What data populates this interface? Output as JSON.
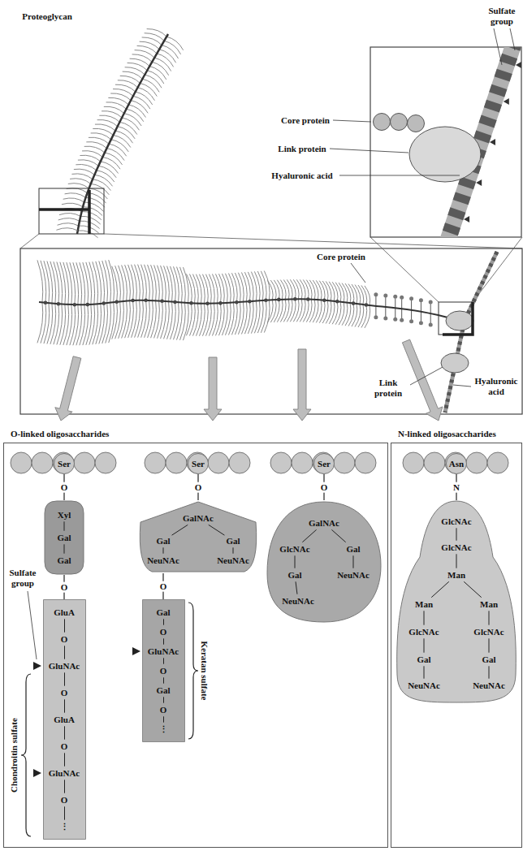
{
  "diagram": {
    "nodes": [
      {
        "text": [
          "O-linked oligosaccharides"
        ]
      },
      {
        "text": [
          "Ser"
        ],
        "in": 0
      },
      {
        "text": [
          "Xyl",
          "Gal",
          "Gal"
        ],
        "in": 0
      },
      {
        "text": [
          "GluA",
          "O",
          "GluNAc",
          "O",
          "GluA",
          "O",
          "GluNAc",
          "O",
          "⋮"
        ],
        "in": 0
      },
      {
        "text": [
          "Ser"
        ],
        "in": 0
      },
      {
        "text": [
          "GalNAc",
          "Gal",
          "Gal",
          "NeuNAc",
          "NeuNAc"
        ],
        "in": 0
      },
      {
        "text": [
          "Gal",
          "O",
          "GluNAc",
          "O",
          "Gal",
          "O",
          "⋮"
        ],
        "in": 0
      },
      {
        "text": [
          "Ser"
        ],
        "in": 0
      },
      {
        "text": [
          "GalNAc",
          "GlcNAc",
          "Gal",
          "Gal",
          "NeuNAc",
          "NeuNAc"
        ],
        "in": 0
      },
      {
        "text": [
          "N-linked oligosaccharides"
        ]
      },
      {
        "text": [
          "Asn"
        ],
        "in": 9
      },
      {
        "text": [
          "GlcNAc",
          "GlcNAc",
          "Man",
          "Man",
          "Man",
          "GlcNAc",
          "GlcNAc",
          "Gal",
          "Gal",
          "NeuNAc",
          "NeuNAc"
        ],
        "in": 9
      }
    ],
    "edges": [
      {
        "from": 1,
        "to": 2,
        "arrow": "none",
        "label": "O"
      },
      {
        "from": 2,
        "to": 3,
        "arrow": "none",
        "label": "O"
      },
      {
        "from": 4,
        "to": 5,
        "arrow": "none",
        "label": "O"
      },
      {
        "from": 5,
        "to": 6,
        "arrow": "none",
        "label": "O"
      },
      {
        "from": 7,
        "to": 8,
        "arrow": "none",
        "label": "O"
      },
      {
        "from": 10,
        "to": 11,
        "arrow": "none",
        "label": "N"
      }
    ],
    "labels": [
      "Proteoglycan",
      "Sulfate group",
      "Core protein",
      "Link protein",
      "Hyaluronic acid",
      "Core protein",
      "Link protein",
      "Hyaluronic acid",
      "Sulfate group",
      "Chondroitin sulfate",
      "Keratan sulfate"
    ]
  }
}
